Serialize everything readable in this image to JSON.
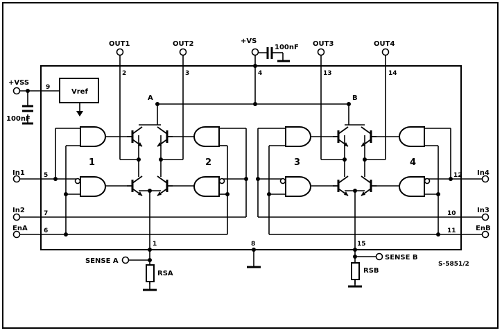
{
  "outputs": {
    "out1": "OUT1",
    "out2": "OUT2",
    "out3": "OUT3",
    "out4": "OUT4"
  },
  "supply": {
    "vs": "+VS",
    "vs_cap": "100nF",
    "vss": "+VSS",
    "vss_cap": "100nF",
    "vref": "Vref"
  },
  "inputs": {
    "in1": "In1",
    "in2": "In2",
    "ena": "EnA",
    "in3": "In3",
    "in4": "In4",
    "enb": "EnB"
  },
  "sense": {
    "a": "SENSE A",
    "b": "SENSE B",
    "rsa": "RSA",
    "rsb": "RSB"
  },
  "pins": {
    "p1": "1",
    "p2": "2",
    "p3": "3",
    "p4": "4",
    "p5": "5",
    "p6": "6",
    "p7": "7",
    "p8": "8",
    "p9": "9",
    "p10": "10",
    "p11": "11",
    "p12": "12",
    "p13": "13",
    "p14": "14",
    "p15": "15"
  },
  "channels": {
    "c1": "1",
    "c2": "2",
    "c3": "3",
    "c4": "4"
  },
  "nodes": {
    "a": "A",
    "b": "B"
  },
  "code": "S-5851/2"
}
